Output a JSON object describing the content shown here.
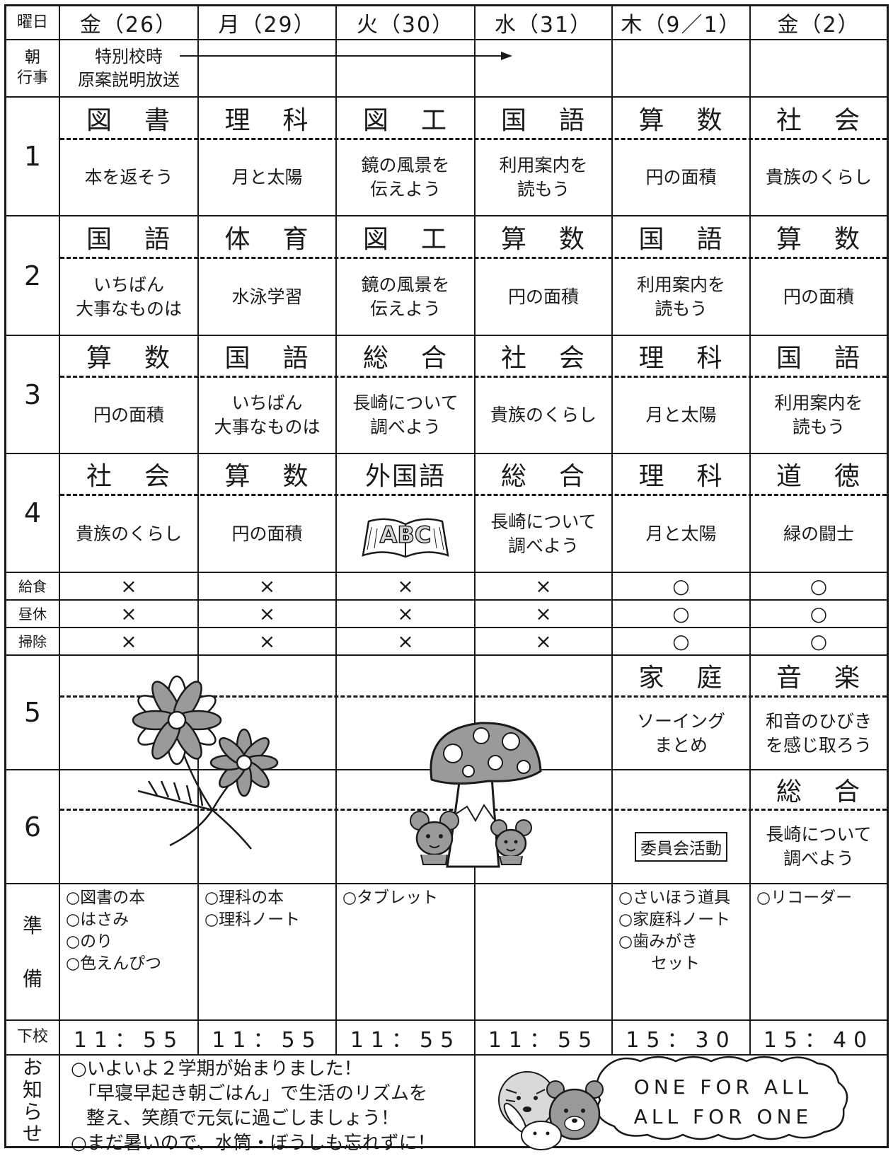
{
  "header": {
    "label": "曜日",
    "days": [
      "金（26）",
      "月（29）",
      "火（30）",
      "水（31）",
      "木（9／1）",
      "金（2）"
    ]
  },
  "morning": {
    "label_line1": "朝",
    "label_line2": "行事",
    "event_line1": "特別校時",
    "event_line2": "原案説明放送"
  },
  "periods": [
    {
      "number": "1",
      "subjects": [
        [
          "図",
          "書"
        ],
        [
          "理",
          "科"
        ],
        [
          "図",
          "工"
        ],
        [
          "国",
          "語"
        ],
        [
          "算",
          "数"
        ],
        [
          "社",
          "会"
        ]
      ],
      "topics": [
        [
          "本を返そう"
        ],
        [
          "月と太陽"
        ],
        [
          "鏡の風景を",
          "伝えよう"
        ],
        [
          "利用案内を",
          "読もう"
        ],
        [
          "円の面積"
        ],
        [
          "貴族のくらし"
        ]
      ]
    },
    {
      "number": "2",
      "subjects": [
        [
          "国",
          "語"
        ],
        [
          "体",
          "育"
        ],
        [
          "図",
          "工"
        ],
        [
          "算",
          "数"
        ],
        [
          "国",
          "語"
        ],
        [
          "算",
          "数"
        ]
      ],
      "topics": [
        [
          "いちばん",
          "大事なものは"
        ],
        [
          "水泳学習"
        ],
        [
          "鏡の風景を",
          "伝えよう"
        ],
        [
          "円の面積"
        ],
        [
          "利用案内を",
          "読もう"
        ],
        [
          "円の面積"
        ]
      ]
    },
    {
      "number": "3",
      "subjects": [
        [
          "算",
          "数"
        ],
        [
          "国",
          "語"
        ],
        [
          "総",
          "合"
        ],
        [
          "社",
          "会"
        ],
        [
          "理",
          "科"
        ],
        [
          "国",
          "語"
        ]
      ],
      "topics": [
        [
          "円の面積"
        ],
        [
          "いちばん",
          "大事なものは"
        ],
        [
          "長崎について",
          "調べよう"
        ],
        [
          "貴族のくらし"
        ],
        [
          "月と太陽"
        ],
        [
          "利用案内を",
          "読もう"
        ]
      ]
    },
    {
      "number": "4",
      "subjects": [
        [
          "社",
          "会"
        ],
        [
          "算",
          "数"
        ],
        [
          "外国語"
        ],
        [
          "総",
          "合"
        ],
        [
          "理",
          "科"
        ],
        [
          "道",
          "徳"
        ]
      ],
      "topics": [
        [
          "貴族のくらし"
        ],
        [
          "円の面積"
        ],
        [],
        [
          "長崎について",
          "調べよう"
        ],
        [
          "月と太陽"
        ],
        [
          "緑の闘士"
        ]
      ],
      "abc_book": "ABC"
    }
  ],
  "activities": [
    {
      "label": "給食",
      "marks": [
        "×",
        "×",
        "×",
        "×",
        "○",
        "○"
      ]
    },
    {
      "label": "昼休",
      "marks": [
        "×",
        "×",
        "×",
        "×",
        "○",
        "○"
      ]
    },
    {
      "label": "掃除",
      "marks": [
        "×",
        "×",
        "×",
        "×",
        "○",
        "○"
      ]
    }
  ],
  "afternoon": {
    "p5_number": "5",
    "p6_number": "6",
    "p5_thu_subject": [
      "家",
      "庭"
    ],
    "p5_thu_topic": [
      "ソーイング",
      "まとめ"
    ],
    "p5_fri_subject": [
      "音",
      "楽"
    ],
    "p5_fri_topic": [
      "和音のひびき",
      "を感じ取ろう"
    ],
    "p6_thu_box": "委員会活動",
    "p6_fri_subject": [
      "総",
      "合"
    ],
    "p6_fri_topic": [
      "長崎について",
      "調べよう"
    ]
  },
  "preparation": {
    "label_line1": "準",
    "label_line2": "備",
    "items": [
      [
        "○図書の本",
        "○はさみ",
        "○のり",
        "○色えんぴつ"
      ],
      [
        "○理科の本",
        "○理科ノート"
      ],
      [
        "○タブレット"
      ],
      [],
      [
        "○さいほう道具",
        "○家庭科ノート",
        "○歯みがき",
        "　　セット"
      ],
      [
        "○リコーダー"
      ]
    ]
  },
  "dismissal": {
    "label": "下校",
    "times": [
      "11：55",
      "11：55",
      "11：55",
      "11：55",
      "15：30",
      "15：40"
    ]
  },
  "notice": {
    "label": [
      "お",
      "知",
      "ら",
      "せ"
    ],
    "lines": [
      "○いよいよ２学期が始まりました！",
      "「早寝早起き朝ごはん」で生活のリズムを",
      "整え、笑顔で元気に過ごしましょう！",
      "○まだ暑いので、水筒・ぼうしも忘れずに！"
    ],
    "motto_line1": "ONE FOR ALL",
    "motto_line2": "ALL FOR ONE"
  },
  "colors": {
    "ink": "#1a1a1a",
    "paper": "#ffffff",
    "shade": "#9a9a9a",
    "light": "#d9d9d9"
  }
}
